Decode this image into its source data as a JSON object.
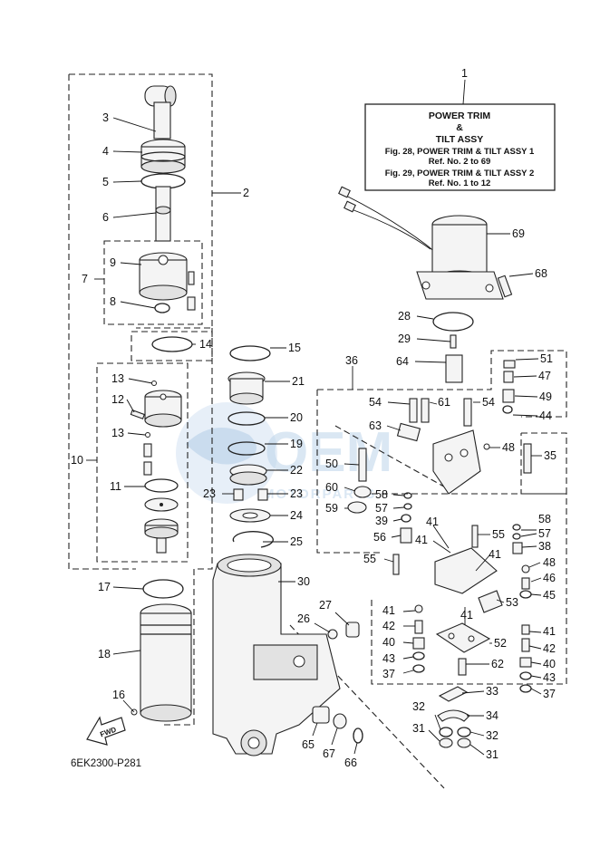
{
  "title_box": {
    "ref": "1",
    "line1": "POWER TRIM",
    "line2": "&",
    "line3": "TILT ASSY",
    "line4": "Fig. 28, POWER TRIM & TILT ASSY 1",
    "line5": "Ref. No. 2 to 69",
    "line6": "Fig. 29, POWER TRIM & TILT ASSY 2",
    "line7": "Ref. No. 1 to 12"
  },
  "fwd_label": "FWD",
  "diagram_code": "6EK2300-P281",
  "watermark": {
    "brand": "OEM",
    "tagline": "MOTORPARTS"
  },
  "callouts": [
    {
      "id": "c1",
      "text": "1"
    },
    {
      "id": "c2",
      "text": "2"
    },
    {
      "id": "c3",
      "text": "3"
    },
    {
      "id": "c4",
      "text": "4"
    },
    {
      "id": "c5",
      "text": "5"
    },
    {
      "id": "c6",
      "text": "6"
    },
    {
      "id": "c7",
      "text": "7"
    },
    {
      "id": "c8",
      "text": "8"
    },
    {
      "id": "c9",
      "text": "9"
    },
    {
      "id": "c10",
      "text": "10"
    },
    {
      "id": "c11",
      "text": "11"
    },
    {
      "id": "c12",
      "text": "12"
    },
    {
      "id": "c13a",
      "text": "13"
    },
    {
      "id": "c13b",
      "text": "13"
    },
    {
      "id": "c14",
      "text": "14"
    },
    {
      "id": "c15",
      "text": "15"
    },
    {
      "id": "c16",
      "text": "16"
    },
    {
      "id": "c17",
      "text": "17"
    },
    {
      "id": "c18",
      "text": "18"
    },
    {
      "id": "c19",
      "text": "19"
    },
    {
      "id": "c20",
      "text": "20"
    },
    {
      "id": "c21",
      "text": "21"
    },
    {
      "id": "c22",
      "text": "22"
    },
    {
      "id": "c23a",
      "text": "23"
    },
    {
      "id": "c23b",
      "text": "23"
    },
    {
      "id": "c24",
      "text": "24"
    },
    {
      "id": "c25",
      "text": "25"
    },
    {
      "id": "c26",
      "text": "26"
    },
    {
      "id": "c27",
      "text": "27"
    },
    {
      "id": "c28",
      "text": "28"
    },
    {
      "id": "c29",
      "text": "29"
    },
    {
      "id": "c30",
      "text": "30"
    },
    {
      "id": "c31a",
      "text": "31"
    },
    {
      "id": "c31b",
      "text": "31"
    },
    {
      "id": "c32a",
      "text": "32"
    },
    {
      "id": "c32b",
      "text": "32"
    },
    {
      "id": "c33",
      "text": "33"
    },
    {
      "id": "c34",
      "text": "34"
    },
    {
      "id": "c35",
      "text": "35"
    },
    {
      "id": "c36",
      "text": "36"
    },
    {
      "id": "c37a",
      "text": "37"
    },
    {
      "id": "c37b",
      "text": "37"
    },
    {
      "id": "c38",
      "text": "38"
    },
    {
      "id": "c39",
      "text": "39"
    },
    {
      "id": "c40a",
      "text": "40"
    },
    {
      "id": "c40b",
      "text": "40"
    },
    {
      "id": "c41a",
      "text": "41"
    },
    {
      "id": "c41b",
      "text": "41"
    },
    {
      "id": "c41c",
      "text": "41"
    },
    {
      "id": "c41d",
      "text": "41"
    },
    {
      "id": "c41e",
      "text": "41"
    },
    {
      "id": "c41f",
      "text": "41"
    },
    {
      "id": "c42a",
      "text": "42"
    },
    {
      "id": "c42b",
      "text": "42"
    },
    {
      "id": "c43a",
      "text": "43"
    },
    {
      "id": "c43b",
      "text": "43"
    },
    {
      "id": "c44",
      "text": "44"
    },
    {
      "id": "c45",
      "text": "45"
    },
    {
      "id": "c46",
      "text": "46"
    },
    {
      "id": "c47",
      "text": "47"
    },
    {
      "id": "c48a",
      "text": "48"
    },
    {
      "id": "c48b",
      "text": "48"
    },
    {
      "id": "c49",
      "text": "49"
    },
    {
      "id": "c50",
      "text": "50"
    },
    {
      "id": "c51",
      "text": "51"
    },
    {
      "id": "c52",
      "text": "52"
    },
    {
      "id": "c53",
      "text": "53"
    },
    {
      "id": "c54a",
      "text": "54"
    },
    {
      "id": "c54b",
      "text": "54"
    },
    {
      "id": "c55a",
      "text": "55"
    },
    {
      "id": "c55b",
      "text": "55"
    },
    {
      "id": "c56",
      "text": "56"
    },
    {
      "id": "c57a",
      "text": "57"
    },
    {
      "id": "c57b",
      "text": "57"
    },
    {
      "id": "c58a",
      "text": "58"
    },
    {
      "id": "c58b",
      "text": "58"
    },
    {
      "id": "c59",
      "text": "59"
    },
    {
      "id": "c60",
      "text": "60"
    },
    {
      "id": "c61",
      "text": "61"
    },
    {
      "id": "c62",
      "text": "62"
    },
    {
      "id": "c63",
      "text": "63"
    },
    {
      "id": "c64",
      "text": "64"
    },
    {
      "id": "c65",
      "text": "65"
    },
    {
      "id": "c66",
      "text": "66"
    },
    {
      "id": "c67",
      "text": "67"
    },
    {
      "id": "c68",
      "text": "68"
    },
    {
      "id": "c69",
      "text": "69"
    }
  ]
}
